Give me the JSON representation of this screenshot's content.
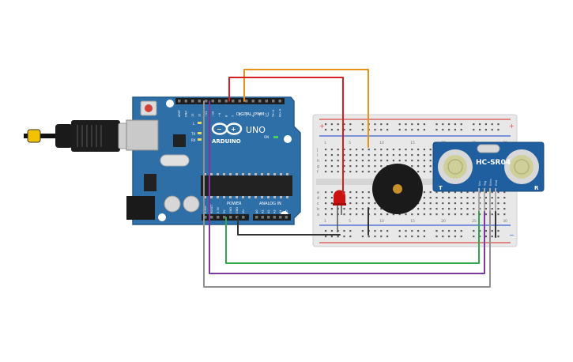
{
  "canvas": {
    "background": "#ffffff"
  },
  "arduino": {
    "brand": "ARDUINO",
    "model": "UNO",
    "digital_label": "DIGITAL (PWM~)",
    "power_label": "POWER",
    "analog_label": "ANALOG IN",
    "led_labels": [
      "L",
      "TX",
      "RX"
    ],
    "on_label": "ON",
    "header_top_labels": [
      "AREF",
      "GND",
      "13",
      "12",
      "~11",
      "~10",
      "~9",
      "8",
      "7",
      "~6",
      "~5",
      "4",
      "~3",
      "2",
      "TX→1",
      "RX←0"
    ],
    "header_power_labels": [
      "IOREF",
      "RESET",
      "3.3V",
      "5V",
      "GND",
      "GND",
      "Vin"
    ],
    "header_analog_labels": [
      "A0",
      "A1",
      "A2",
      "A3",
      "A4",
      "A5"
    ],
    "colors": {
      "board": "#2f6fa8",
      "board_dark": "#245a8a",
      "header": "#1e1e1e",
      "chip": "#222222"
    }
  },
  "breadboard": {
    "row_letters_top": [
      "j",
      "i",
      "h",
      "g",
      "f"
    ],
    "row_letters_bottom": [
      "e",
      "d",
      "c",
      "b",
      "a"
    ],
    "column_numbers": [
      "1",
      "5",
      "10",
      "15",
      "20",
      "25",
      "30"
    ],
    "rail_plus": "+",
    "rail_minus": "−",
    "colors": {
      "body": "#e8e8e8",
      "rail_red": "#d94b4b",
      "rail_blue": "#3a5fcf",
      "hole": "#5a5a5a"
    }
  },
  "sensor": {
    "label": "HC-SR04",
    "pin_labels": [
      "Vcc",
      "Trig",
      "Echo",
      "Gnd"
    ],
    "corner_t": "T",
    "corner_r": "R",
    "colors": {
      "board": "#1f5f9f",
      "transducer": "#cfcf9a"
    }
  },
  "buzzer": {
    "colors": {
      "body": "#1a1a1a",
      "center": "#c8902a"
    }
  },
  "led": {
    "colors": {
      "body": "#cc1111"
    }
  },
  "wires": [
    {
      "name": "orange",
      "color": "#e8901c"
    },
    {
      "name": "red",
      "color": "#d42020"
    },
    {
      "name": "green",
      "color": "#2fa84a"
    },
    {
      "name": "purple",
      "color": "#7a3c9a"
    },
    {
      "name": "gray",
      "color": "#909090"
    },
    {
      "name": "black",
      "color": "#333333"
    }
  ],
  "usb": {
    "colors": {
      "cable": "#111111",
      "plug": "#cfcfcf"
    }
  }
}
